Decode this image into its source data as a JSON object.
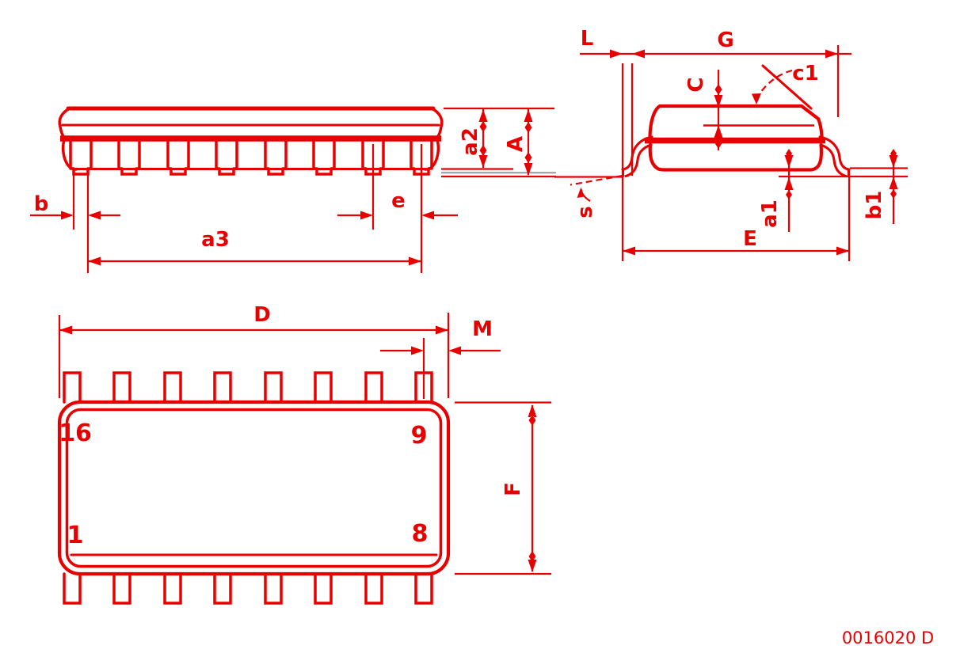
{
  "drawing": {
    "type": "package-outline-mechanical-drawing",
    "package": "SO-16 surface-mount IC, 16 leads"
  },
  "colors": {
    "line_red": "#e80000",
    "seating_plane_gray": "#989898",
    "background": "#ffffff"
  },
  "views": {
    "side_view": {
      "labels": {
        "b": "b",
        "e": "e",
        "a3": "a3",
        "a2": "a2",
        "A": "A"
      }
    },
    "end_view": {
      "labels": {
        "L": "L",
        "G": "G",
        "C": "C",
        "c1": "c1",
        "s": "s",
        "a1": "a1",
        "b1": "b1",
        "E": "E"
      }
    },
    "top_view": {
      "labels": {
        "D": "D",
        "M": "M",
        "F": "F"
      },
      "pin_numbers": {
        "top_left": "16",
        "top_right": "9",
        "bottom_left": "1",
        "bottom_right": "8"
      }
    }
  },
  "footer": {
    "doc_number": "0016020 D"
  }
}
